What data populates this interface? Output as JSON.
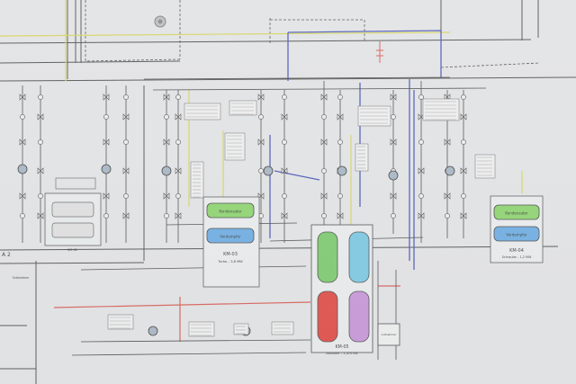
{
  "colors": {
    "background": "#e7e8ea",
    "line": "#2b2b2b",
    "blue_line": "#2f3fa8",
    "yellow_line": "#d8d84a",
    "red_line": "#d9463c",
    "condenser_green": "#7fd65a",
    "evaporator_blue": "#5aa8e8",
    "tank_red": "#e0302a",
    "tank_purple": "#c48ad8",
    "tank_cyan": "#6cc6e6",
    "tank_green": "#6cc85a"
  },
  "section_label": "A 2",
  "section_sublabel": "Entkeidmer",
  "units": {
    "km02": {
      "label": "KM-02"
    },
    "km03": {
      "condenser_label": "Kondensator",
      "evaporator_label": "Verdampfer",
      "name": "KM-03",
      "spec": "Turbo – 3,8 MW"
    },
    "km05": {
      "name": "KM-05",
      "spec": "Absorber – 1,470 kW"
    },
    "km04": {
      "condenser_label": "Kondensator",
      "evaporator_label": "Verdampfer",
      "name": "KM-04",
      "spec": "Schraube – 1,2 MW"
    }
  },
  "side_tank_label": "Aufnehmer"
}
